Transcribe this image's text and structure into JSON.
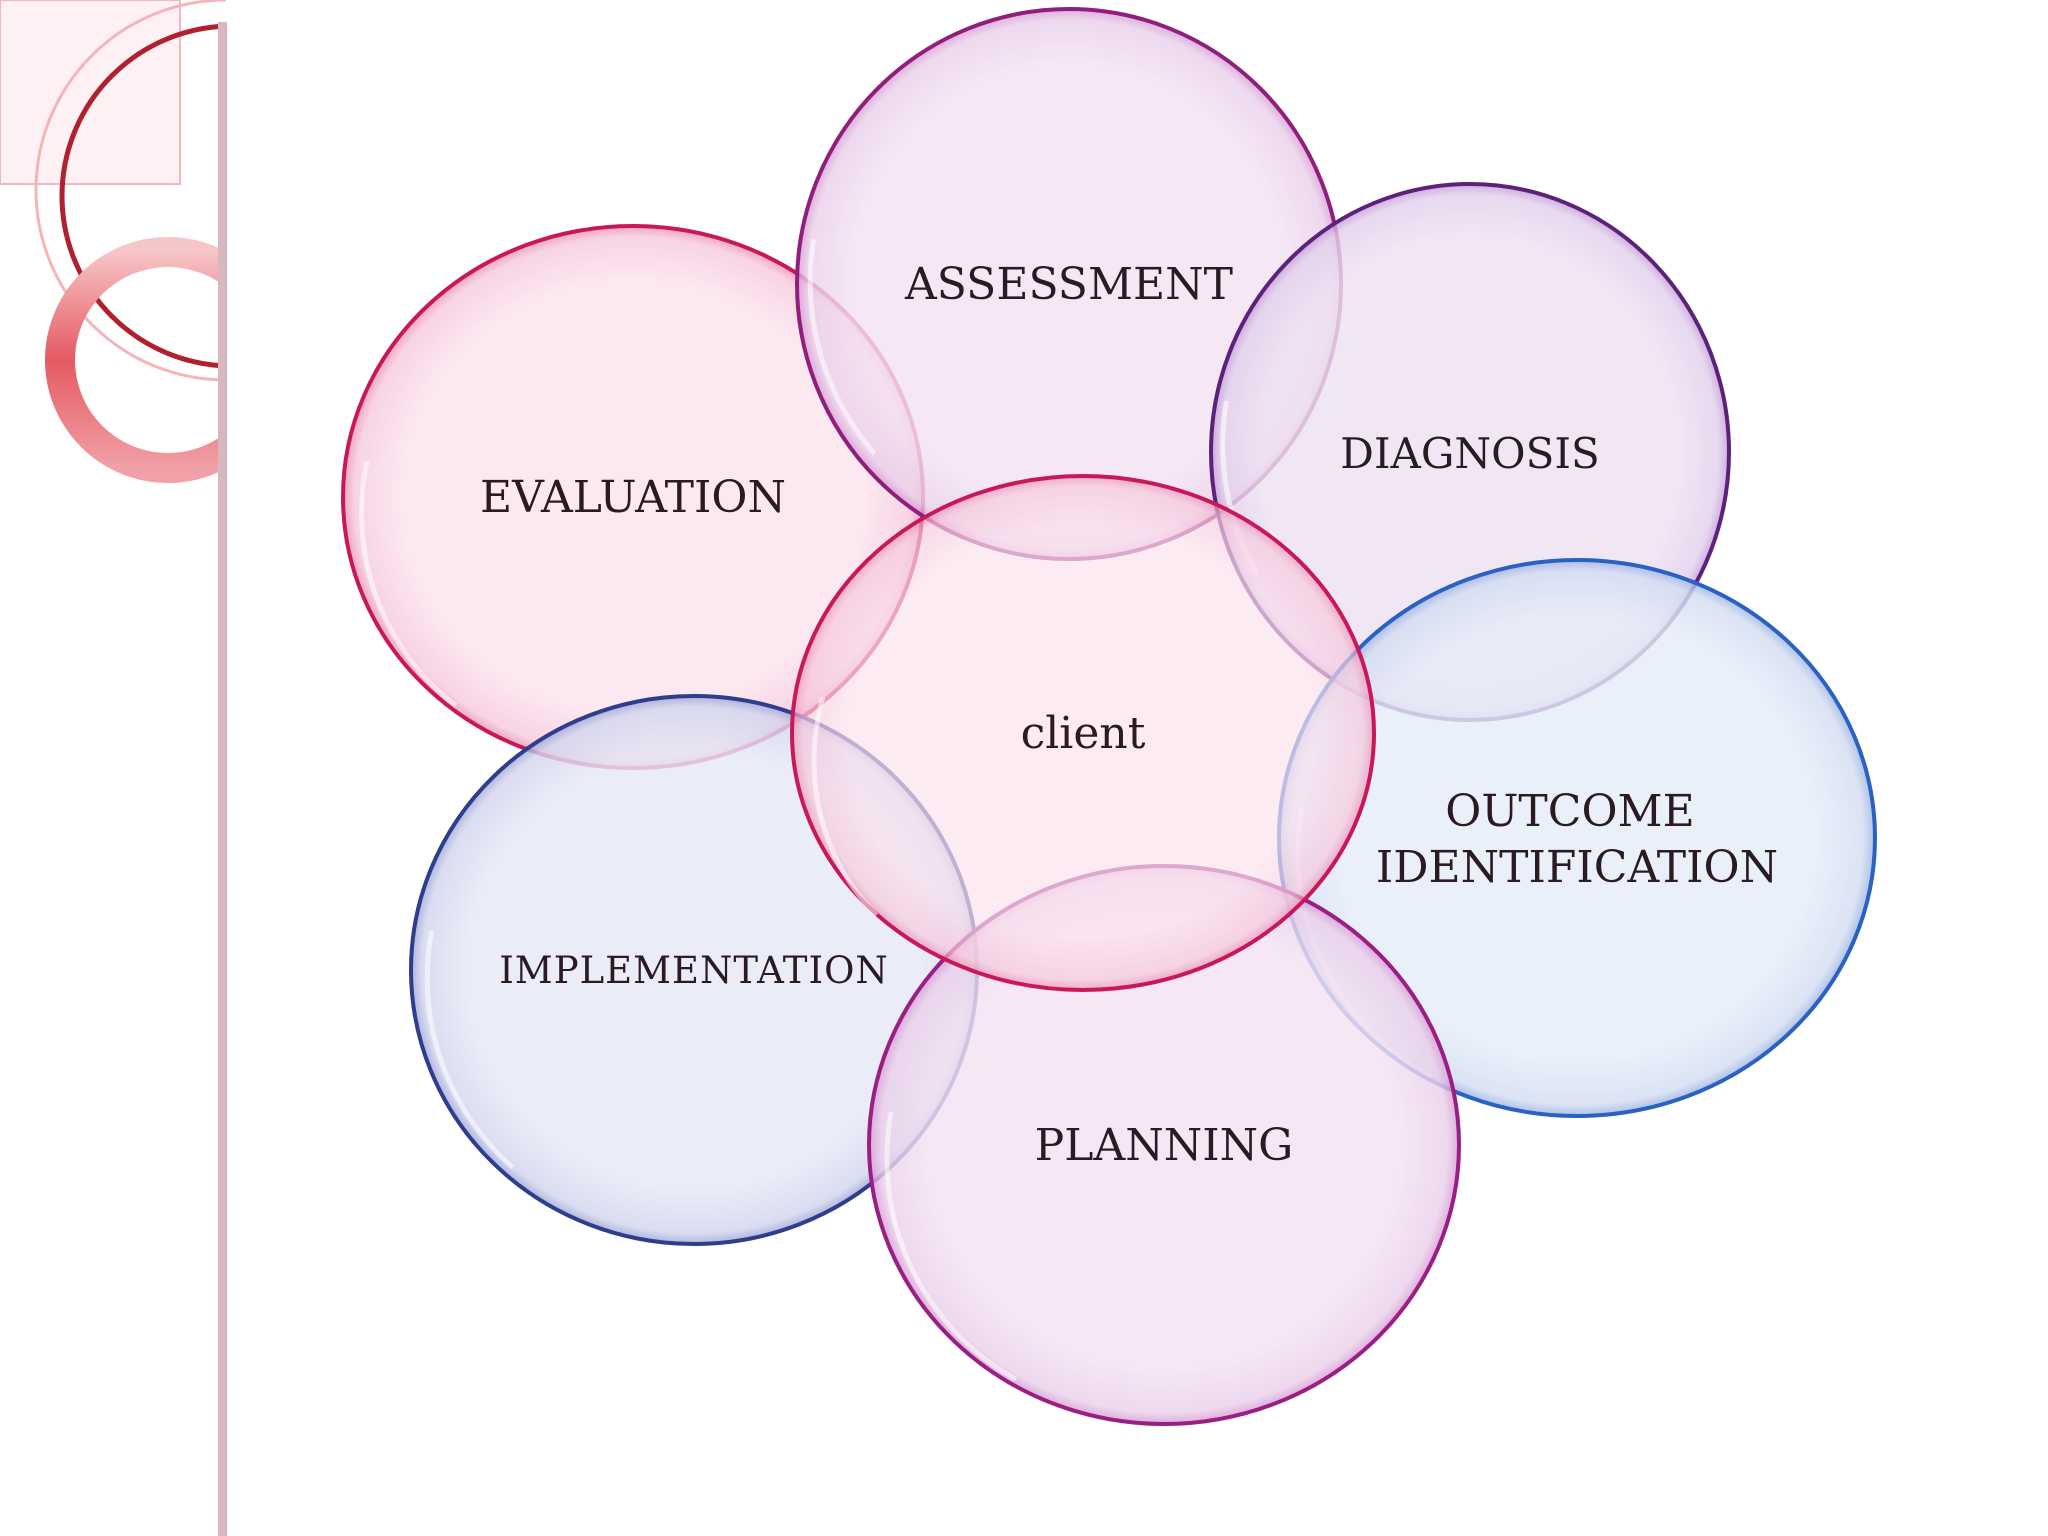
{
  "diagram": {
    "center": {
      "label": "client",
      "color": "#d2184f"
    },
    "nodes": [
      {
        "id": "assessment",
        "label": "ASSESSMENT",
        "color": "#a01f8a"
      },
      {
        "id": "diagnosis",
        "label": "DIAGNOSIS",
        "color": "#7a2590"
      },
      {
        "id": "outcome",
        "label_lines": [
          "OUTCOME",
          "IDENTIFICATION"
        ],
        "color": "#2f6fd0"
      },
      {
        "id": "planning",
        "label": "PLANNING",
        "color": "#a01f8a"
      },
      {
        "id": "implementation",
        "label": "IMPLEMENTATION",
        "color": "#34459b"
      },
      {
        "id": "evaluation",
        "label": "EVALUATION",
        "color": "#d2184f"
      }
    ]
  },
  "theme": {
    "accent_red": "#e0505a",
    "divider": "#d8b8c0"
  }
}
